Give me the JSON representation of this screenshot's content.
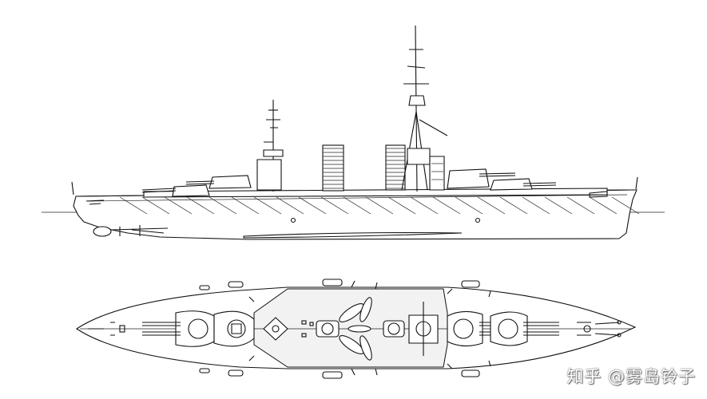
{
  "watermark": {
    "text": "知乎 @雾岛铃子"
  },
  "colors": {
    "line": "#111111",
    "background": "#ffffff",
    "deck_fill": "#f2f2f2"
  },
  "drawing": {
    "side_profile": "battlecruiser-side-profile",
    "plan_view": "battlecruiser-plan-view"
  }
}
